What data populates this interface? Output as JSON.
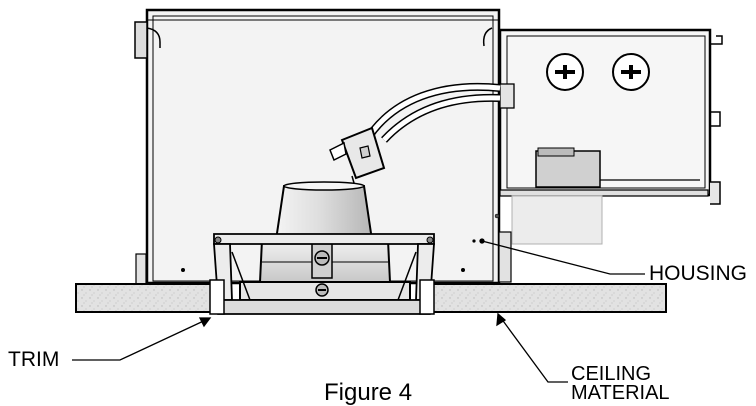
{
  "labels": {
    "housing": "HOUSING",
    "trim": "TRIM",
    "ceiling_line1": "CEILING",
    "ceiling_line2": "MATERIAL",
    "figure": "Figure 4"
  },
  "colors": {
    "line": "#000000",
    "metal": "#eeeeee",
    "ceiling": "#dedede",
    "lamp": "#d9d9d9"
  }
}
